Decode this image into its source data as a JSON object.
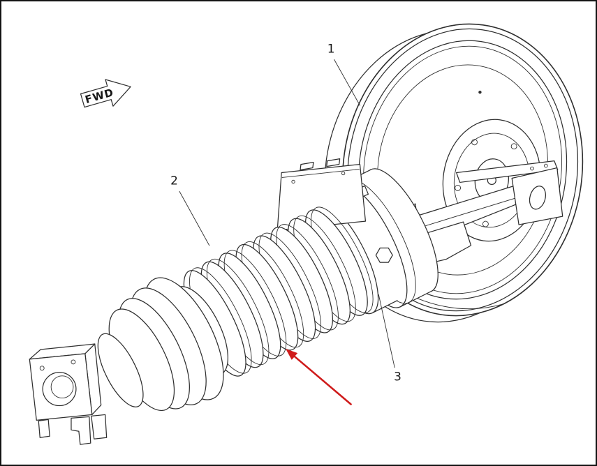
{
  "canvas": {
    "background": "#ffffff",
    "border": "#141414"
  },
  "colors": {
    "line": "#2e2e2e",
    "pointer": "#cf1b1b",
    "label": "#161616"
  },
  "direction_label": {
    "text": "FWD"
  },
  "callouts": {
    "one": "1",
    "two": "2",
    "three": "3"
  }
}
